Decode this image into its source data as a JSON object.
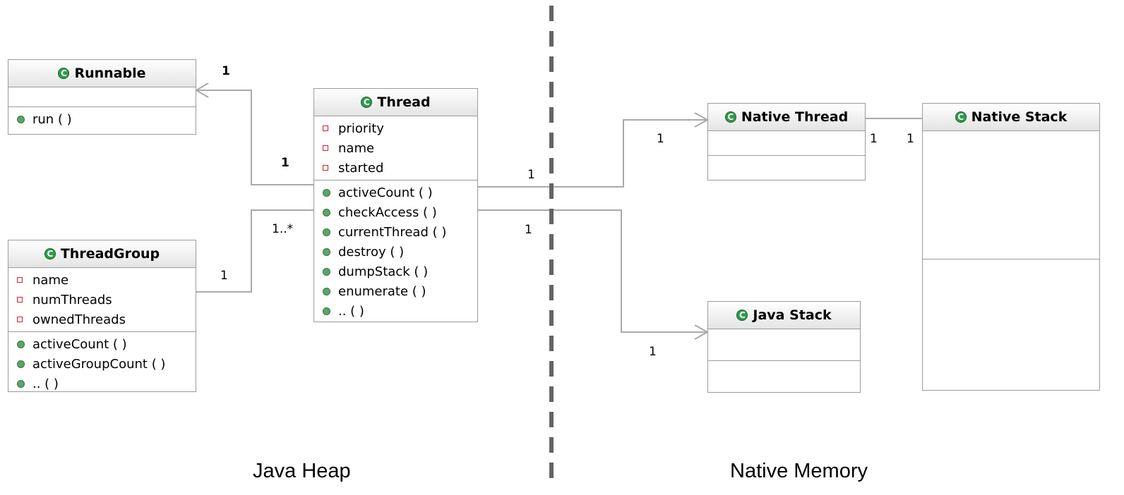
{
  "regions": {
    "left": "Java Heap",
    "right": "Native Memory"
  },
  "classes": {
    "runnable": {
      "name": "Runnable",
      "fields": [],
      "methods": [
        "run ( )"
      ]
    },
    "thread": {
      "name": "Thread",
      "fields": [
        "priority",
        "name",
        "started"
      ],
      "methods": [
        "activeCount ( )",
        "checkAccess ( )",
        "currentThread ( )",
        "destroy ( )",
        "dumpStack ( )",
        "enumerate ( )",
        ".. ( )"
      ]
    },
    "thread_group": {
      "name": "ThreadGroup",
      "fields": [
        "name",
        "numThreads",
        "ownedThreads"
      ],
      "methods": [
        "activeCount ( )",
        "activeGroupCount ( )",
        ".. ( )"
      ]
    },
    "native_thread": {
      "name": "Native Thread",
      "fields": [],
      "methods": []
    },
    "native_stack": {
      "name": "Native Stack",
      "fields": [],
      "methods": []
    },
    "java_stack": {
      "name": "Java Stack",
      "fields": [],
      "methods": []
    }
  },
  "multiplicities": {
    "runnable_end": "1",
    "thread_runnable_end": "1",
    "thread_group_end": "1..*",
    "threadgroup_end": "1",
    "thread_native_src": "1",
    "native_thread_end": "1",
    "thread_javastack_src": "1",
    "java_stack_end": "1",
    "native_thread_stack_left": "1",
    "native_thread_stack_right": "1"
  },
  "colors": {
    "class_icon": "#2f9a4c",
    "field_icon": "#c8232c",
    "method_icon": "#5ea36a",
    "border": "#9b9b9b",
    "divider": "#646464"
  },
  "icons": {
    "class": "class-c-icon",
    "field": "private-field-icon",
    "method": "public-method-icon"
  }
}
